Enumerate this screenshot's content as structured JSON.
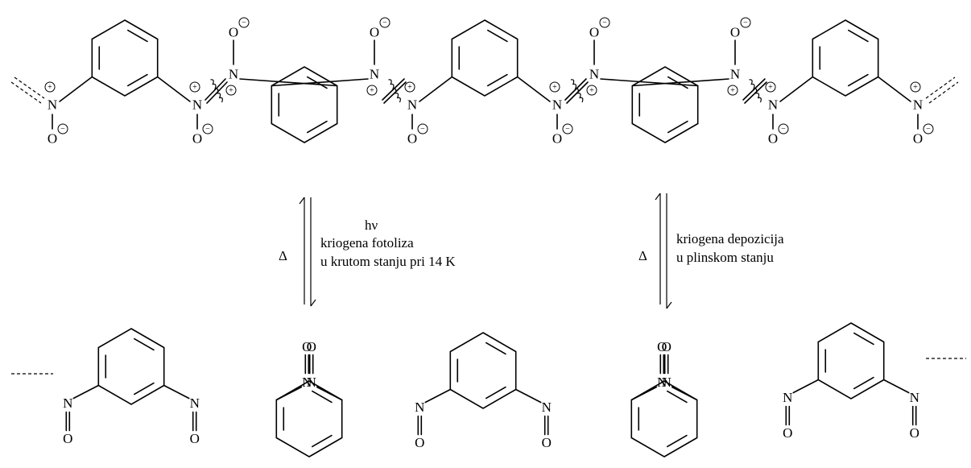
{
  "atoms": {
    "nitrogen": "N",
    "oxygen": "O"
  },
  "charges": {
    "plus": "+",
    "minus": "−"
  },
  "reaction_left": {
    "forward_condition": "hν",
    "forward_line_1": "kriogena fotoliza",
    "forward_line_2": "u krutom stanju pri 14 K",
    "reverse_condition": "Δ"
  },
  "reaction_right": {
    "forward_line_1": "kriogena depozicija",
    "forward_line_2": "u plinskom stanju",
    "reverse_condition": "Δ"
  }
}
